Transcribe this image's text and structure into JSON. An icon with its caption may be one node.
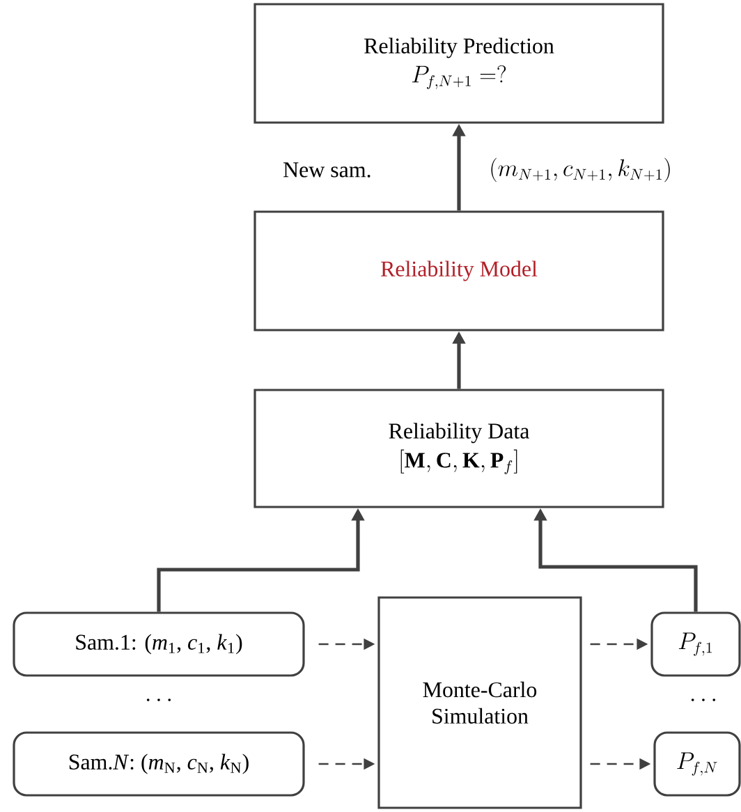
{
  "diagram": {
    "nodes": [
      {
        "text": [
          "Reliability Prediction",
          "P_{f,N+1}=?"
        ]
      },
      {
        "text": [
          "Reliability Model"
        ]
      },
      {
        "text": [
          "Reliability Data",
          "[\\mathbf{M}, \\mathbf{C}, \\mathbf{K}, \\mathbf{P}_f]"
        ]
      },
      {
        "text": [
          "Sam.1: (*m*$_{1}$, *c*$_{1}$, *k*$_{1}$)"
        ]
      },
      {
        "text": [
          "Sam.*N*: (*m*$_{N}$, *c*$_{N}$, *k*$_{N}$)"
        ]
      },
      {
        "text": [
          "Monte-Carlo Simulation"
        ]
      },
      {
        "text": [
          "P_{f,1}"
        ]
      },
      {
        "text": [
          "P_{f,N}"
        ]
      }
    ],
    "edges": [
      {
        "from": 1,
        "to": 0,
        "arrow": "to",
        "label": "New sam."
      },
      {
        "from": 2,
        "to": 1,
        "arrow": "to"
      },
      {
        "from": 3,
        "to": 2,
        "arrow": "to"
      },
      {
        "from": 6,
        "to": 2,
        "arrow": "to"
      },
      {
        "from": 3,
        "to": 5,
        "arrow": "to",
        "style": "dashed"
      },
      {
        "from": 4,
        "to": 5,
        "arrow": "to",
        "style": "dashed"
      },
      {
        "from": 5,
        "to": 6,
        "arrow": "to",
        "style": "dashed"
      },
      {
        "from": 5,
        "to": 7,
        "arrow": "to",
        "style": "dashed"
      }
    ],
    "labels": [
      "(m_{N+1}, c_{N+1}, k_{N+1})",
      "\\cdots",
      "\\cdots"
    ]
  }
}
